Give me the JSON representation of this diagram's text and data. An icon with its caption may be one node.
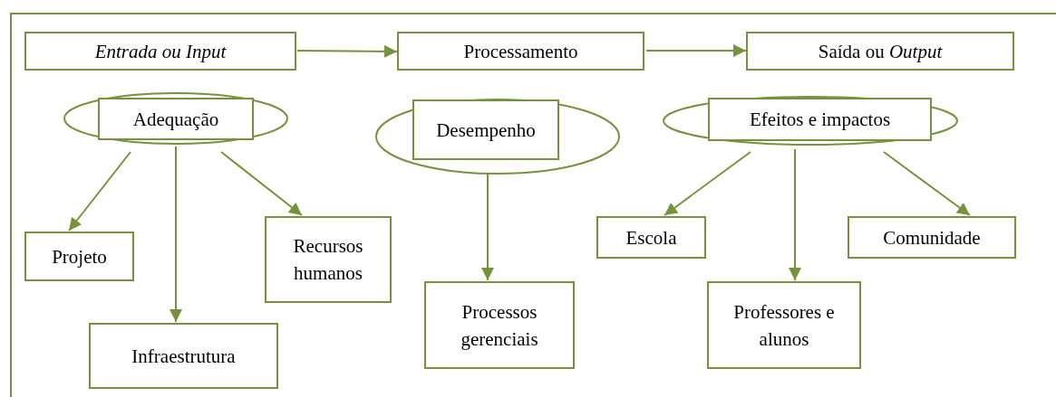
{
  "diagram": {
    "nodes": [
      {
        "text": [
          "Entrada ou Input"
        ]
      },
      {
        "text": [
          "Processamento"
        ]
      },
      {
        "text": [
          "Saída ou *Output*"
        ]
      },
      {
        "text": [
          "Adequação"
        ]
      },
      {
        "text": [
          "Desempenho"
        ]
      },
      {
        "text": [
          "Efeitos e impactos"
        ]
      },
      {
        "text": [
          "Projeto"
        ]
      },
      {
        "text": [
          "Infraestrutura"
        ]
      },
      {
        "text": [
          "Recursos humanos"
        ]
      },
      {
        "text": [
          "Processos gerenciais"
        ]
      },
      {
        "text": [
          "Escola"
        ]
      },
      {
        "text": [
          "Professores e alunos"
        ]
      },
      {
        "text": [
          "Comunidade"
        ]
      }
    ],
    "edges": [
      {
        "from": 0,
        "to": 1,
        "arrow": "to"
      },
      {
        "from": 1,
        "to": 2,
        "arrow": "to"
      },
      {
        "from": 3,
        "to": 6,
        "arrow": "to"
      },
      {
        "from": 3,
        "to": 7,
        "arrow": "to"
      },
      {
        "from": 3,
        "to": 8,
        "arrow": "to"
      },
      {
        "from": 4,
        "to": 9,
        "arrow": "to"
      },
      {
        "from": 5,
        "to": 10,
        "arrow": "to"
      },
      {
        "from": 5,
        "to": 11,
        "arrow": "to"
      },
      {
        "from": 5,
        "to": 12,
        "arrow": "to"
      }
    ]
  }
}
